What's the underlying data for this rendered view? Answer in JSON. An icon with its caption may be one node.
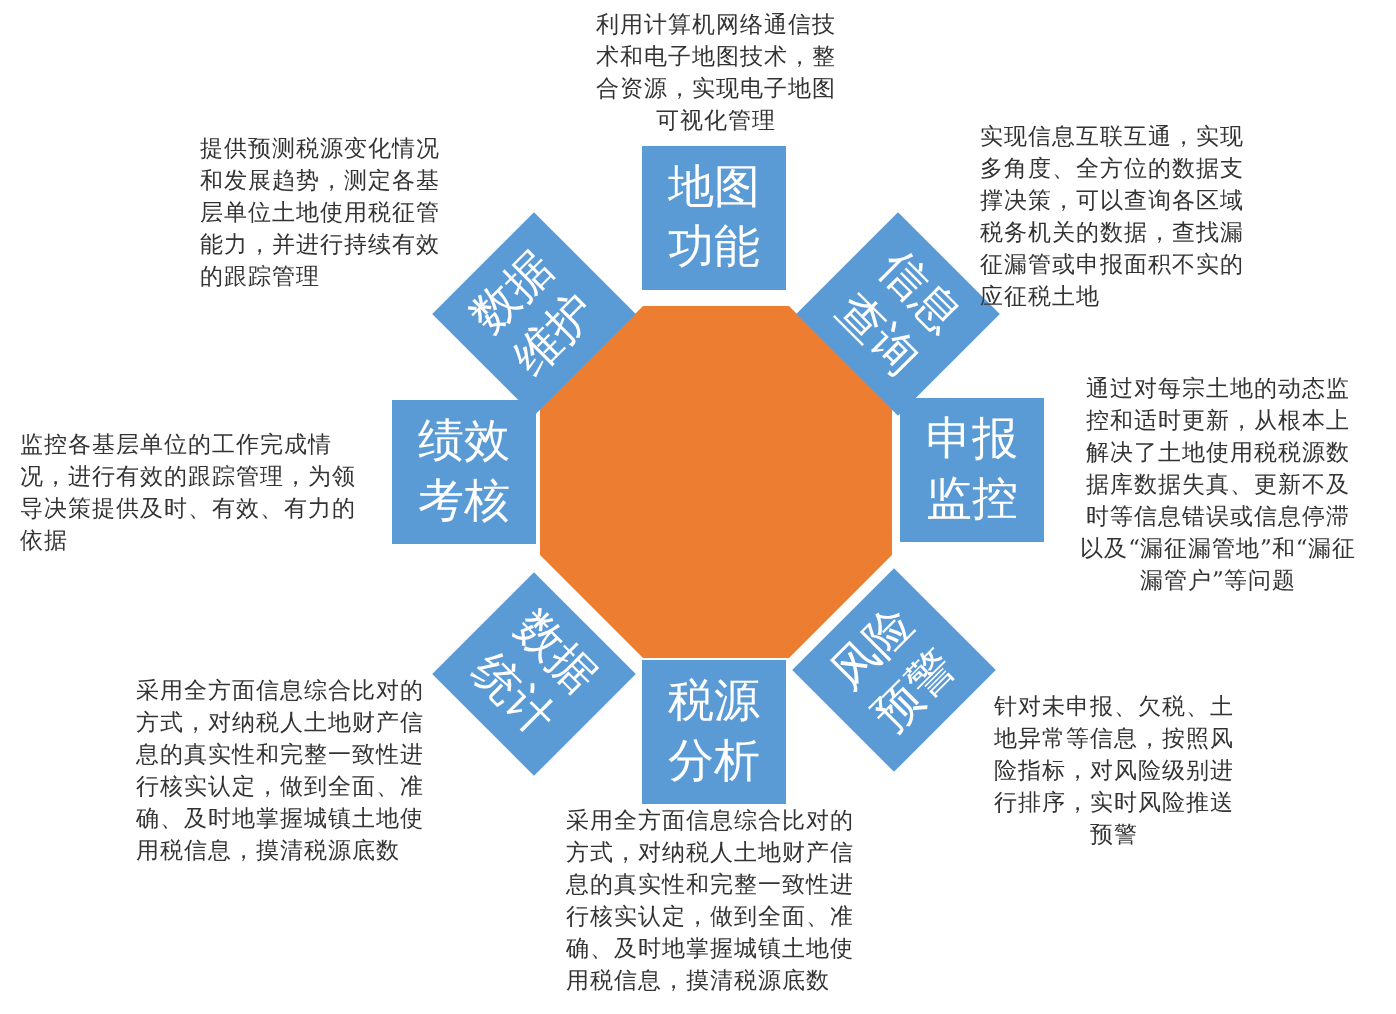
{
  "diagram": {
    "nodes": [
      {
        "text": [],
        "shape": "octagon"
      },
      {
        "text": [
          "地图功能"
        ],
        "beside": [
          "利用计算机网络通信技术和电子地图技术，整合资源，实现电子地图可视化管理"
        ]
      },
      {
        "text": [
          "信息查询"
        ],
        "beside": [
          "实现信息互联互通，实现多角度、全方位的数据支撑决策，可以查询各区域税务机关的数据，查找漏征漏管或申报面积不实的应征税土地"
        ]
      },
      {
        "text": [
          "申报监控"
        ],
        "beside": [
          "通过对每宗土地的动态监控和适时更新，从根本上解决了土地使用税税源数据库数据失真、更新不及时等信息错误或信息停滞以及“漏征漏管地”和“漏征漏管户”等问题"
        ]
      },
      {
        "text": [
          "风险预警"
        ],
        "beside": [
          "针对未申报、欠税、土地异常等信息，按照风险指标，对风险级别进行排序，实时风险推送预警"
        ]
      },
      {
        "text": [
          "税源分析"
        ],
        "beside": [
          "采用全方面信息综合比对的方式，对纳税人土地财产信息的真实性和完整一致性进行核实认定，做到全面、准确、及时地掌握城镇土地使用税信息，摸清税源底数"
        ]
      },
      {
        "text": [
          "数据统计"
        ],
        "beside": [
          "采用全方面信息综合比对的方式，对纳税人土地财产信息的真实性和完整一致性进行核实认定，做到全面、准确、及时地掌握城镇土地使用税信息，摸清税源底数"
        ]
      },
      {
        "text": [
          "绩效考核"
        ],
        "beside": [
          "监控各基层单位的工作完成情况，进行有效的跟踪管理，为领导决策提供及时、有效、有力的依据"
        ]
      },
      {
        "text": [
          "数据维护"
        ],
        "beside": [
          "提供预测税源变化情况和发展趋势，测定各基层单位土地使用税征管能力，并进行持续有效的跟踪管理"
        ]
      }
    ]
  }
}
